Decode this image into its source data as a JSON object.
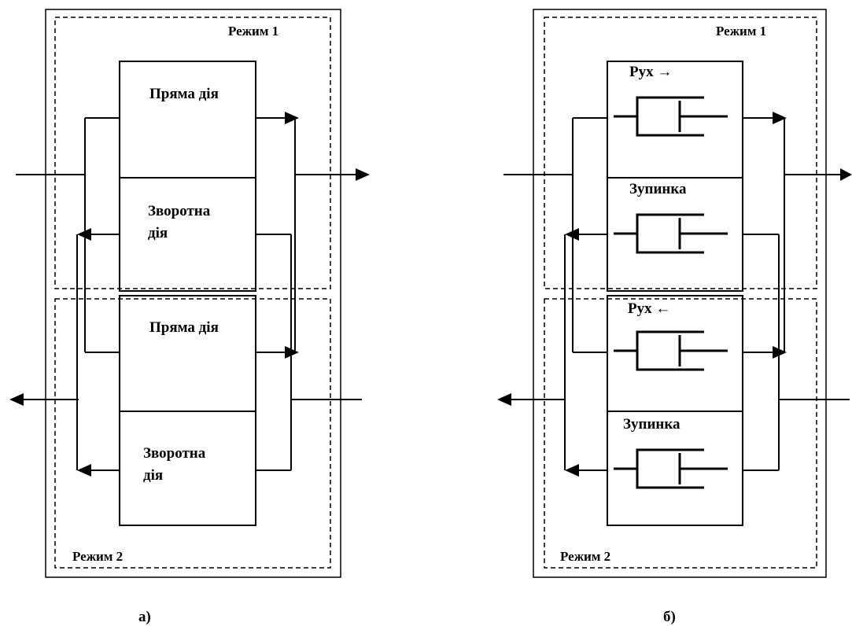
{
  "diagram_a": {
    "mode1_label": "Режим 1",
    "mode2_label": "Режим 2",
    "block1": "Пряма дія",
    "block2_line1": "Зворотна",
    "block2_line2": "дія",
    "block3": "Пряма дія",
    "block4_line1": "Зворотна",
    "block4_line2": "дія",
    "caption": "а)"
  },
  "diagram_b": {
    "mode1_label": "Режим 1",
    "mode2_label": "Режим 2",
    "block1": "Рух →",
    "block2": "Зупинка",
    "block3": "Рух ←",
    "block4": "Зупинка",
    "caption": "б)"
  }
}
